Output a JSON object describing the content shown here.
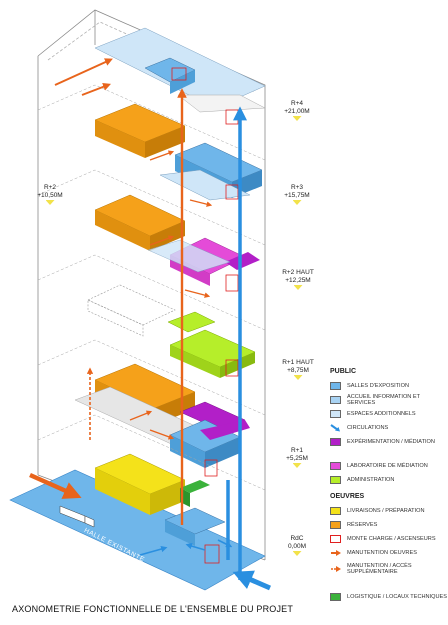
{
  "title": "AXONOMETRIE FONCTIONNELLE DE L'ENSEMBLE DU PROJET",
  "halle_label": "HALLE EXISTANTE",
  "levels": {
    "r4": {
      "name": "R+4",
      "elevation": "+21,00M"
    },
    "r3": {
      "name": "R+3",
      "elevation": "+15,75M"
    },
    "r2": {
      "name": "R+2",
      "elevation": "+10,50M"
    },
    "r2haut": {
      "name": "R+2 HAUT",
      "elevation": "+12,25M"
    },
    "r1haut": {
      "name": "R+1 HAUT",
      "elevation": "+8,75M"
    },
    "r1": {
      "name": "R+1",
      "elevation": "+5,25M"
    },
    "rdc": {
      "name": "RdC",
      "elevation": "0,00M"
    }
  },
  "legend": {
    "public_heading": "PUBLIC",
    "oeuvres_heading": "OEUVRES",
    "items": {
      "salles": {
        "label": "SALLES D'EXPOSITION",
        "color": "#6fb6ea"
      },
      "accueil": {
        "label": "ACCUEIL INFORMATION ET SERVICES",
        "color": "#a9d3f3"
      },
      "espaces": {
        "label": "ESPACES ADDITIONNELS",
        "color": "#cfe6f8"
      },
      "circulations": {
        "label": "CIRCULATIONS",
        "color": "#2a8fe0"
      },
      "experimentation": {
        "label": "EXPÉRIMENTATION / MÉDIATION",
        "color": "#b21fc8"
      },
      "laboratoire": {
        "label": "LABORATOIRE DE MÉDIATION",
        "color": "#e44bd8"
      },
      "administration": {
        "label": "ADMINISTRATION",
        "color": "#b6ee2a"
      },
      "livraisons": {
        "label": "LIVRAISONS / PRÉPARATION",
        "color": "#f4e21a"
      },
      "reserves": {
        "label": "RÉSERVES",
        "color": "#f5a11a"
      },
      "monte": {
        "label": "MONTE CHARGE / ASCENSEURS",
        "color": "#ffffff"
      },
      "manutention": {
        "label": "MANUTENTION OEUVRES",
        "color": "#e8641c"
      },
      "manutention2": {
        "label": "MANUTENTION / ACCÈS SUPPLÉMENTAIRE",
        "color": "#e8641c"
      },
      "logistique": {
        "label": "LOGISTIQUE / LOCAUX TECHNIQUES",
        "color": "#3bb23b"
      }
    }
  },
  "colors": {
    "orange": "#f5a11a",
    "blue": "#6fb6ea",
    "light_blue": "#a9d3f3",
    "pale_blue": "#cfe6f8",
    "magenta": "#e44bd8",
    "purple": "#b21fc8",
    "lime": "#b6ee2a",
    "yellow": "#f4e21a",
    "green": "#3bb23b",
    "arrow_orange": "#e8641c",
    "arrow_blue": "#2a8fe0",
    "red": "#e02020"
  }
}
